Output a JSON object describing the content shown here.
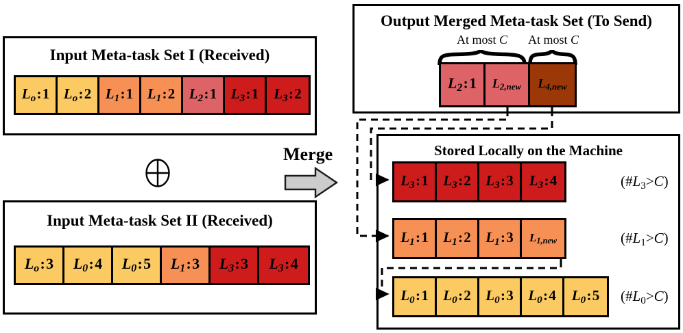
{
  "colors": {
    "L0": "#FBCA63",
    "L1": "#F79055",
    "L2": "#DD6366",
    "L3": "#CE1C1C",
    "L4": "#9C3707",
    "outline": "#000000",
    "arrow_fill": "#CCCCCC"
  },
  "input_set_1": {
    "title": "Input Meta-task Set I (Received)",
    "tiles": [
      {
        "label": "L",
        "sub": "o",
        "value": "1",
        "color_key": "L0"
      },
      {
        "label": "L",
        "sub": "o",
        "value": "2",
        "color_key": "L0"
      },
      {
        "label": "L",
        "sub": "1",
        "value": "1",
        "color_key": "L1"
      },
      {
        "label": "L",
        "sub": "1",
        "value": "2",
        "color_key": "L1"
      },
      {
        "label": "L",
        "sub": "2",
        "value": "1",
        "color_key": "L2"
      },
      {
        "label": "L",
        "sub": "3",
        "value": "1",
        "color_key": "L3"
      },
      {
        "label": "L",
        "sub": "3",
        "value": "2",
        "color_key": "L3"
      }
    ]
  },
  "input_set_2": {
    "title": "Input Meta-task Set II (Received)",
    "tiles": [
      {
        "label": "L",
        "sub": "o",
        "value": "3",
        "color_key": "L0"
      },
      {
        "label": "L",
        "sub": "0",
        "value": "4",
        "color_key": "L0"
      },
      {
        "label": "L",
        "sub": "0",
        "value": "5",
        "color_key": "L0"
      },
      {
        "label": "L",
        "sub": "1",
        "value": "3",
        "color_key": "L1"
      },
      {
        "label": "L",
        "sub": "3",
        "value": "3",
        "color_key": "L3"
      },
      {
        "label": "L",
        "sub": "3",
        "value": "4",
        "color_key": "L3"
      }
    ]
  },
  "operator": {
    "symbol": "oplus-symbol",
    "merge_label": "Merge",
    "arrow": "right-arrow-icon"
  },
  "output_panel": {
    "title": "Output Merged Meta-task Set (To Send)",
    "brace_captions": [
      "At most C",
      "At most C"
    ],
    "tiles": [
      {
        "label": "L",
        "sub": "2",
        "value": "1",
        "color_key": "L2"
      },
      {
        "label": "L",
        "sub": "2,new",
        "value": "",
        "color_key": "L2"
      },
      {
        "label": "L",
        "sub": "4,new",
        "value": "",
        "color_key": "L4"
      }
    ]
  },
  "stored_panel": {
    "title": "Stored Locally on the Machine",
    "rows": [
      {
        "note": "(#L3>C)",
        "note_label": "L",
        "note_sub": "3",
        "note_cmp": ">",
        "note_c": "C",
        "tiles": [
          {
            "label": "L",
            "sub": "3",
            "value": "1",
            "color_key": "L3"
          },
          {
            "label": "L",
            "sub": "3",
            "value": "2",
            "color_key": "L3"
          },
          {
            "label": "L",
            "sub": "3",
            "value": "3",
            "color_key": "L3"
          },
          {
            "label": "L",
            "sub": "3",
            "value": "4",
            "color_key": "L3"
          }
        ]
      },
      {
        "note": "(#L1>C)",
        "note_label": "L",
        "note_sub": "1",
        "note_cmp": ">",
        "note_c": "C",
        "tiles": [
          {
            "label": "L",
            "sub": "1",
            "value": "1",
            "color_key": "L1"
          },
          {
            "label": "L",
            "sub": "1",
            "value": "2",
            "color_key": "L1"
          },
          {
            "label": "L",
            "sub": "1",
            "value": "3",
            "color_key": "L1"
          },
          {
            "label": "L",
            "sub": "1,new",
            "value": "",
            "color_key": "L1"
          }
        ]
      },
      {
        "note": "(#L0>C)",
        "note_label": "L",
        "note_sub": "0",
        "note_cmp": ">",
        "note_c": "C",
        "tiles": [
          {
            "label": "L",
            "sub": "0",
            "value": "1",
            "color_key": "L0"
          },
          {
            "label": "L",
            "sub": "0",
            "value": "2",
            "color_key": "L0"
          },
          {
            "label": "L",
            "sub": "0",
            "value": "3",
            "color_key": "L0"
          },
          {
            "label": "L",
            "sub": "0",
            "value": "4",
            "color_key": "L0"
          },
          {
            "label": "L",
            "sub": "0",
            "value": "5",
            "color_key": "L0"
          }
        ]
      }
    ]
  }
}
